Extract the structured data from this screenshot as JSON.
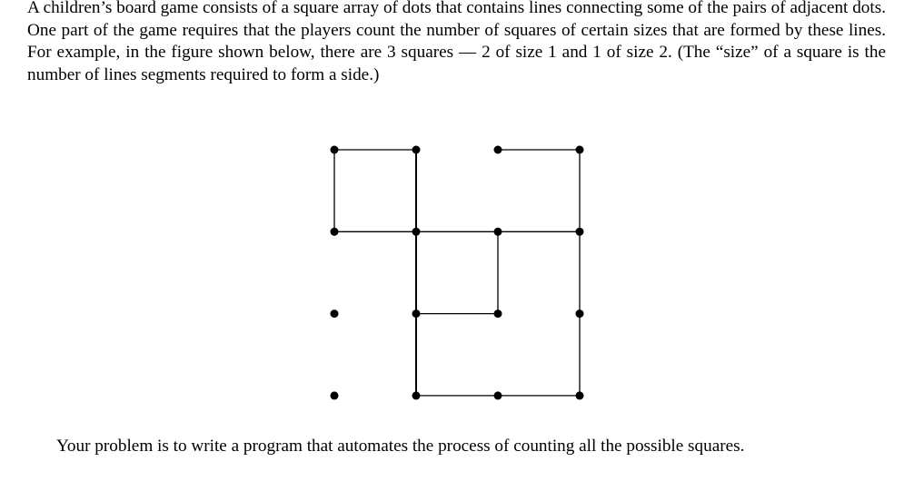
{
  "intro_paragraph": "A children’s board game consists of a square array of dots that contains lines connecting some of the pairs of adjacent dots. One part of the game requires that the players count the number of squares of certain sizes that are formed by these lines. For example, in the figure shown below, there are 3 squares — 2 of size 1 and 1 of size 2. (The “size” of a square is the number of lines segments required to form a side.)",
  "problem_paragraph": "Your problem is to write a program that automates the process of counting all the possible squares.",
  "figure": {
    "grid_size": 4,
    "segments": [
      [
        [
          0,
          0
        ],
        [
          1,
          0
        ]
      ],
      [
        [
          2,
          0
        ],
        [
          3,
          0
        ]
      ],
      [
        [
          0,
          0
        ],
        [
          0,
          1
        ]
      ],
      [
        [
          1,
          0
        ],
        [
          1,
          1
        ]
      ],
      [
        [
          3,
          0
        ],
        [
          3,
          1
        ]
      ],
      [
        [
          0,
          1
        ],
        [
          1,
          1
        ]
      ],
      [
        [
          1,
          1
        ],
        [
          2,
          1
        ]
      ],
      [
        [
          2,
          1
        ],
        [
          3,
          1
        ]
      ],
      [
        [
          1,
          1
        ],
        [
          1,
          2
        ]
      ],
      [
        [
          2,
          1
        ],
        [
          2,
          2
        ]
      ],
      [
        [
          3,
          1
        ],
        [
          3,
          2
        ]
      ],
      [
        [
          1,
          2
        ],
        [
          2,
          2
        ]
      ],
      [
        [
          1,
          2
        ],
        [
          1,
          3
        ]
      ],
      [
        [
          3,
          2
        ],
        [
          3,
          3
        ]
      ],
      [
        [
          1,
          3
        ],
        [
          2,
          3
        ]
      ],
      [
        [
          2,
          3
        ],
        [
          3,
          3
        ]
      ]
    ]
  }
}
